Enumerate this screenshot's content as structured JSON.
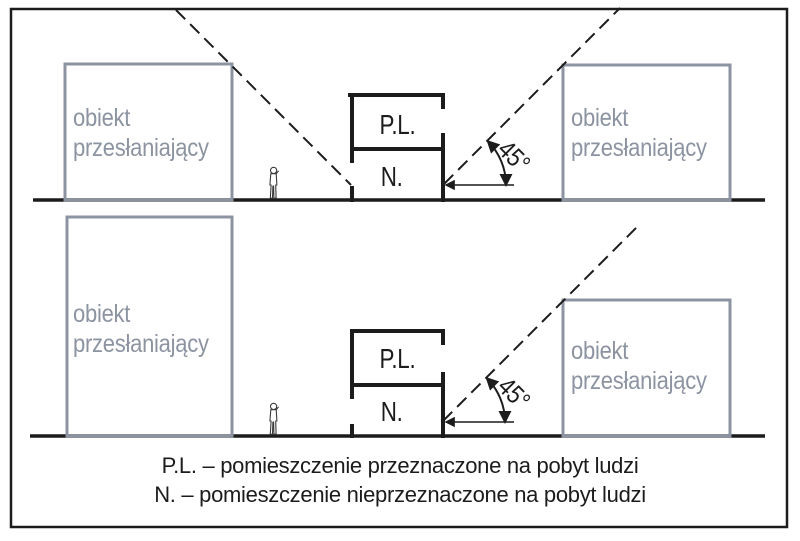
{
  "colors": {
    "line": "#1c1c1c",
    "obscuring_object": "#8c93a1",
    "background": "#ffffff"
  },
  "panels": [
    {
      "id": "top",
      "left_building": {
        "line1": "obiekt",
        "line2": "przesłaniający"
      },
      "right_building": {
        "line1": "obiekt",
        "line2": "przesłaniający"
      },
      "upper_room_label": "P.L.",
      "lower_room_label": "N.",
      "angle_label": "45°"
    },
    {
      "id": "bottom",
      "left_building": {
        "line1": "obiekt",
        "line2": "przesłaniający"
      },
      "right_building": {
        "line1": "obiekt",
        "line2": "przesłaniający"
      },
      "upper_room_label": "P.L.",
      "lower_room_label": "N.",
      "angle_label": "45°"
    }
  ],
  "legend": {
    "line1": "P.L. – pomieszczenie przeznaczone na pobyt ludzi",
    "line2": "N. – pomieszczenie nieprzeznaczone na pobyt ludzi"
  }
}
